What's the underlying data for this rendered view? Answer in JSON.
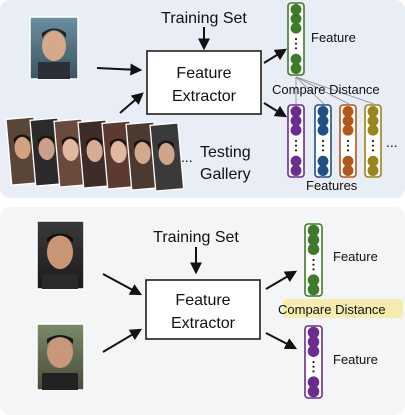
{
  "colors": {
    "panel_top": "#e9edf5",
    "panel_bottom": "#f4f5f7",
    "col_green": "#3f7a2a",
    "col_purple": "#6b2c8f",
    "col_blue": "#1f4f86",
    "col_orange": "#b05818",
    "col_olive": "#9a8420",
    "highlight": "#f6ecb0"
  },
  "top": {
    "training_set": "Training Set",
    "extractor_line1": "Feature",
    "extractor_line2": "Extractor",
    "feature_label": "Feature",
    "compare_label": "Compare Distance",
    "testing_line1": "Testing",
    "testing_line2": "Gallery",
    "ellipsis_gallery": "...",
    "ellipsis_columns": "...",
    "features_label": "Features",
    "query_photo": "face-photo",
    "gallery_photos": [
      "face-photo",
      "face-photo",
      "face-photo",
      "face-photo",
      "face-photo",
      "face-photo",
      "face-photo"
    ]
  },
  "bottom": {
    "training_set": "Training Set",
    "extractor_line1": "Feature",
    "extractor_line2": "Extractor",
    "feature_top_label": "Feature",
    "compare_label": "Compare Distance",
    "feature_bottom_label": "Feature",
    "photo_a": "face-photo",
    "photo_b": "face-photo"
  }
}
